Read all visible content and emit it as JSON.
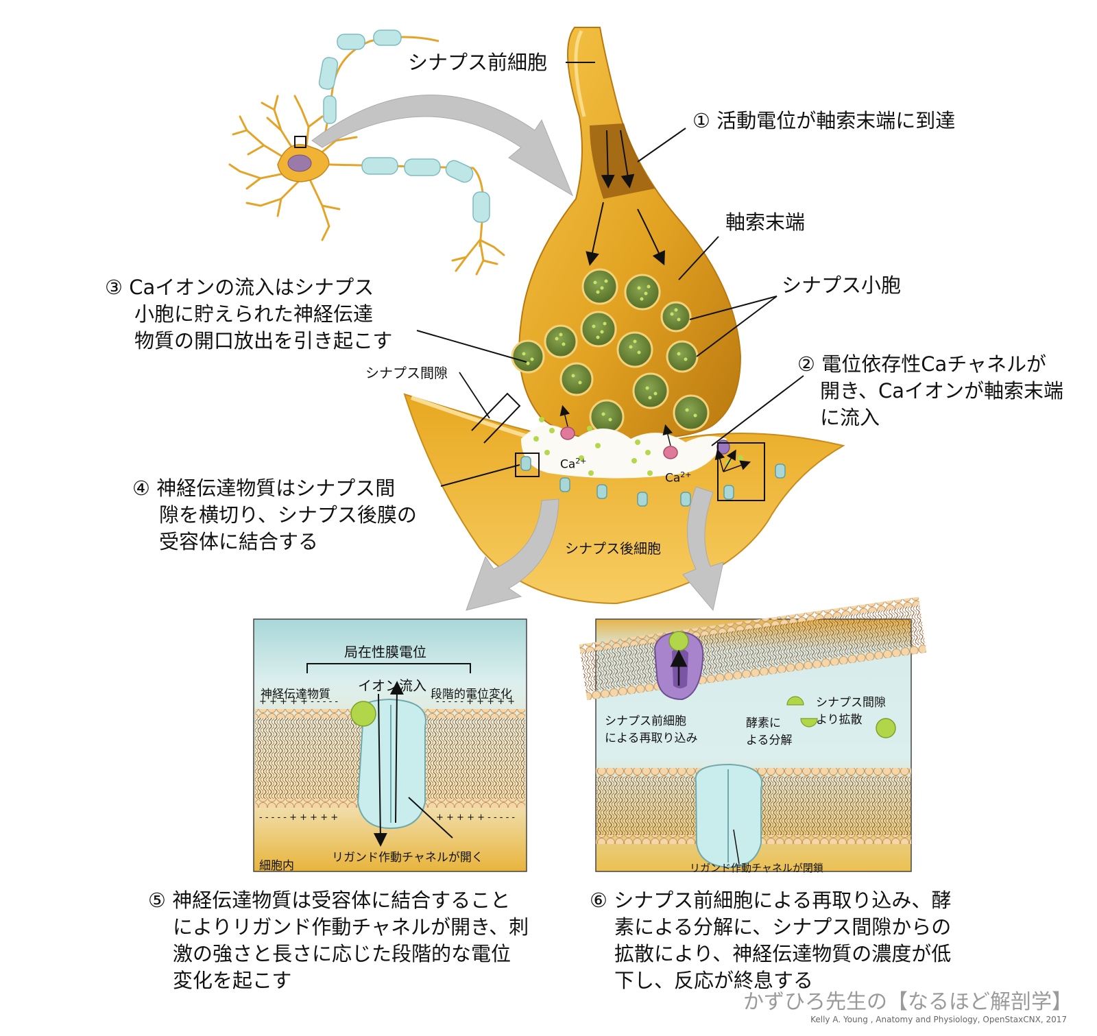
{
  "labels": {
    "presynaptic_cell": "シナプス前細胞",
    "step1": "① 活動電位が軸索末端に到達",
    "axon_terminal": "軸索末端",
    "synaptic_vesicle": "シナプス小胞",
    "step2_lines": [
      "② 電位依存性Caチャネルが",
      "開き、Caイオンが軸索末端",
      "に流入"
    ],
    "step3_lines": [
      "③ Caイオンの流入はシナプス",
      "小胞に貯えられた神経伝達",
      "物質の開口放出を引き起こす"
    ],
    "synaptic_cleft": "シナプス間隙",
    "ca_base": "Ca",
    "ca_charge": "2+",
    "step4_lines": [
      "④ 神経伝達物質はシナプス間",
      "隙を横切り、シナプス後膜の",
      "受容体に結合する"
    ],
    "postsynaptic_cell": "シナプス後細胞"
  },
  "panel5": {
    "local_potential": "局在性膜電位",
    "neurotransmitter": "神経伝達物質",
    "ion_influx": "イオン流入",
    "graded_change": "段階的電位変化",
    "charge_top_left": "+ + + + + - - - - -",
    "charge_top_right": "- - - - - + + + + +",
    "charge_bottom_left": "- - - - - + + + + +",
    "charge_bottom_right": "+ + + + + - - - - -",
    "channel_open": "リガンド作動チャネルが開く",
    "intracellular": "細胞内"
  },
  "panel6": {
    "reuptake_lines": [
      "シナプス前細胞",
      "による再取り込み"
    ],
    "enzyme_lines": [
      "酵素に",
      "よる分解"
    ],
    "diffusion_lines": [
      "シナプス間隙",
      "より拡散"
    ],
    "channel_closed": "リガンド作動チャネルが閉鎖"
  },
  "step5_lines": [
    "⑤ 神経伝達物質は受容体に結合すること",
    "によりリガンド作動チャネルが開き、刺",
    "激の強さと長さに応じた段階的な電位",
    "変化を起こす"
  ],
  "step6_lines": [
    "⑥ シナプス前細胞による再取り込み、酵",
    "素による分解に、シナプス間隙からの",
    "拡散により、神経伝達物質の濃度が低",
    "下し、反応が終息する"
  ],
  "watermark": "かずひろ先生の【なるほど解剖学】",
  "credit": "Kelly A. Young , Anatomy and Physiology, OpenStaxCNX, 2017",
  "icons": [
    "neuron-icon",
    "myelin-segment-icon",
    "synaptic-vesicle-icon",
    "ca-channel-icon",
    "receptor-icon",
    "curved-arrow-icon"
  ],
  "colors": {
    "cell_gold": "#e8a820",
    "cell_dark": "#b27210",
    "vesicle_green": "#6d8a3a",
    "neurotransmitter": "#b5d84a",
    "channel_cyan": "#b9e2e2",
    "reuptake_purple": "#9a78c0",
    "arrow_gray": "#c4c4c4",
    "membrane_lipid": "#f2d3a6",
    "membrane_tail": "#8a5a2e"
  }
}
